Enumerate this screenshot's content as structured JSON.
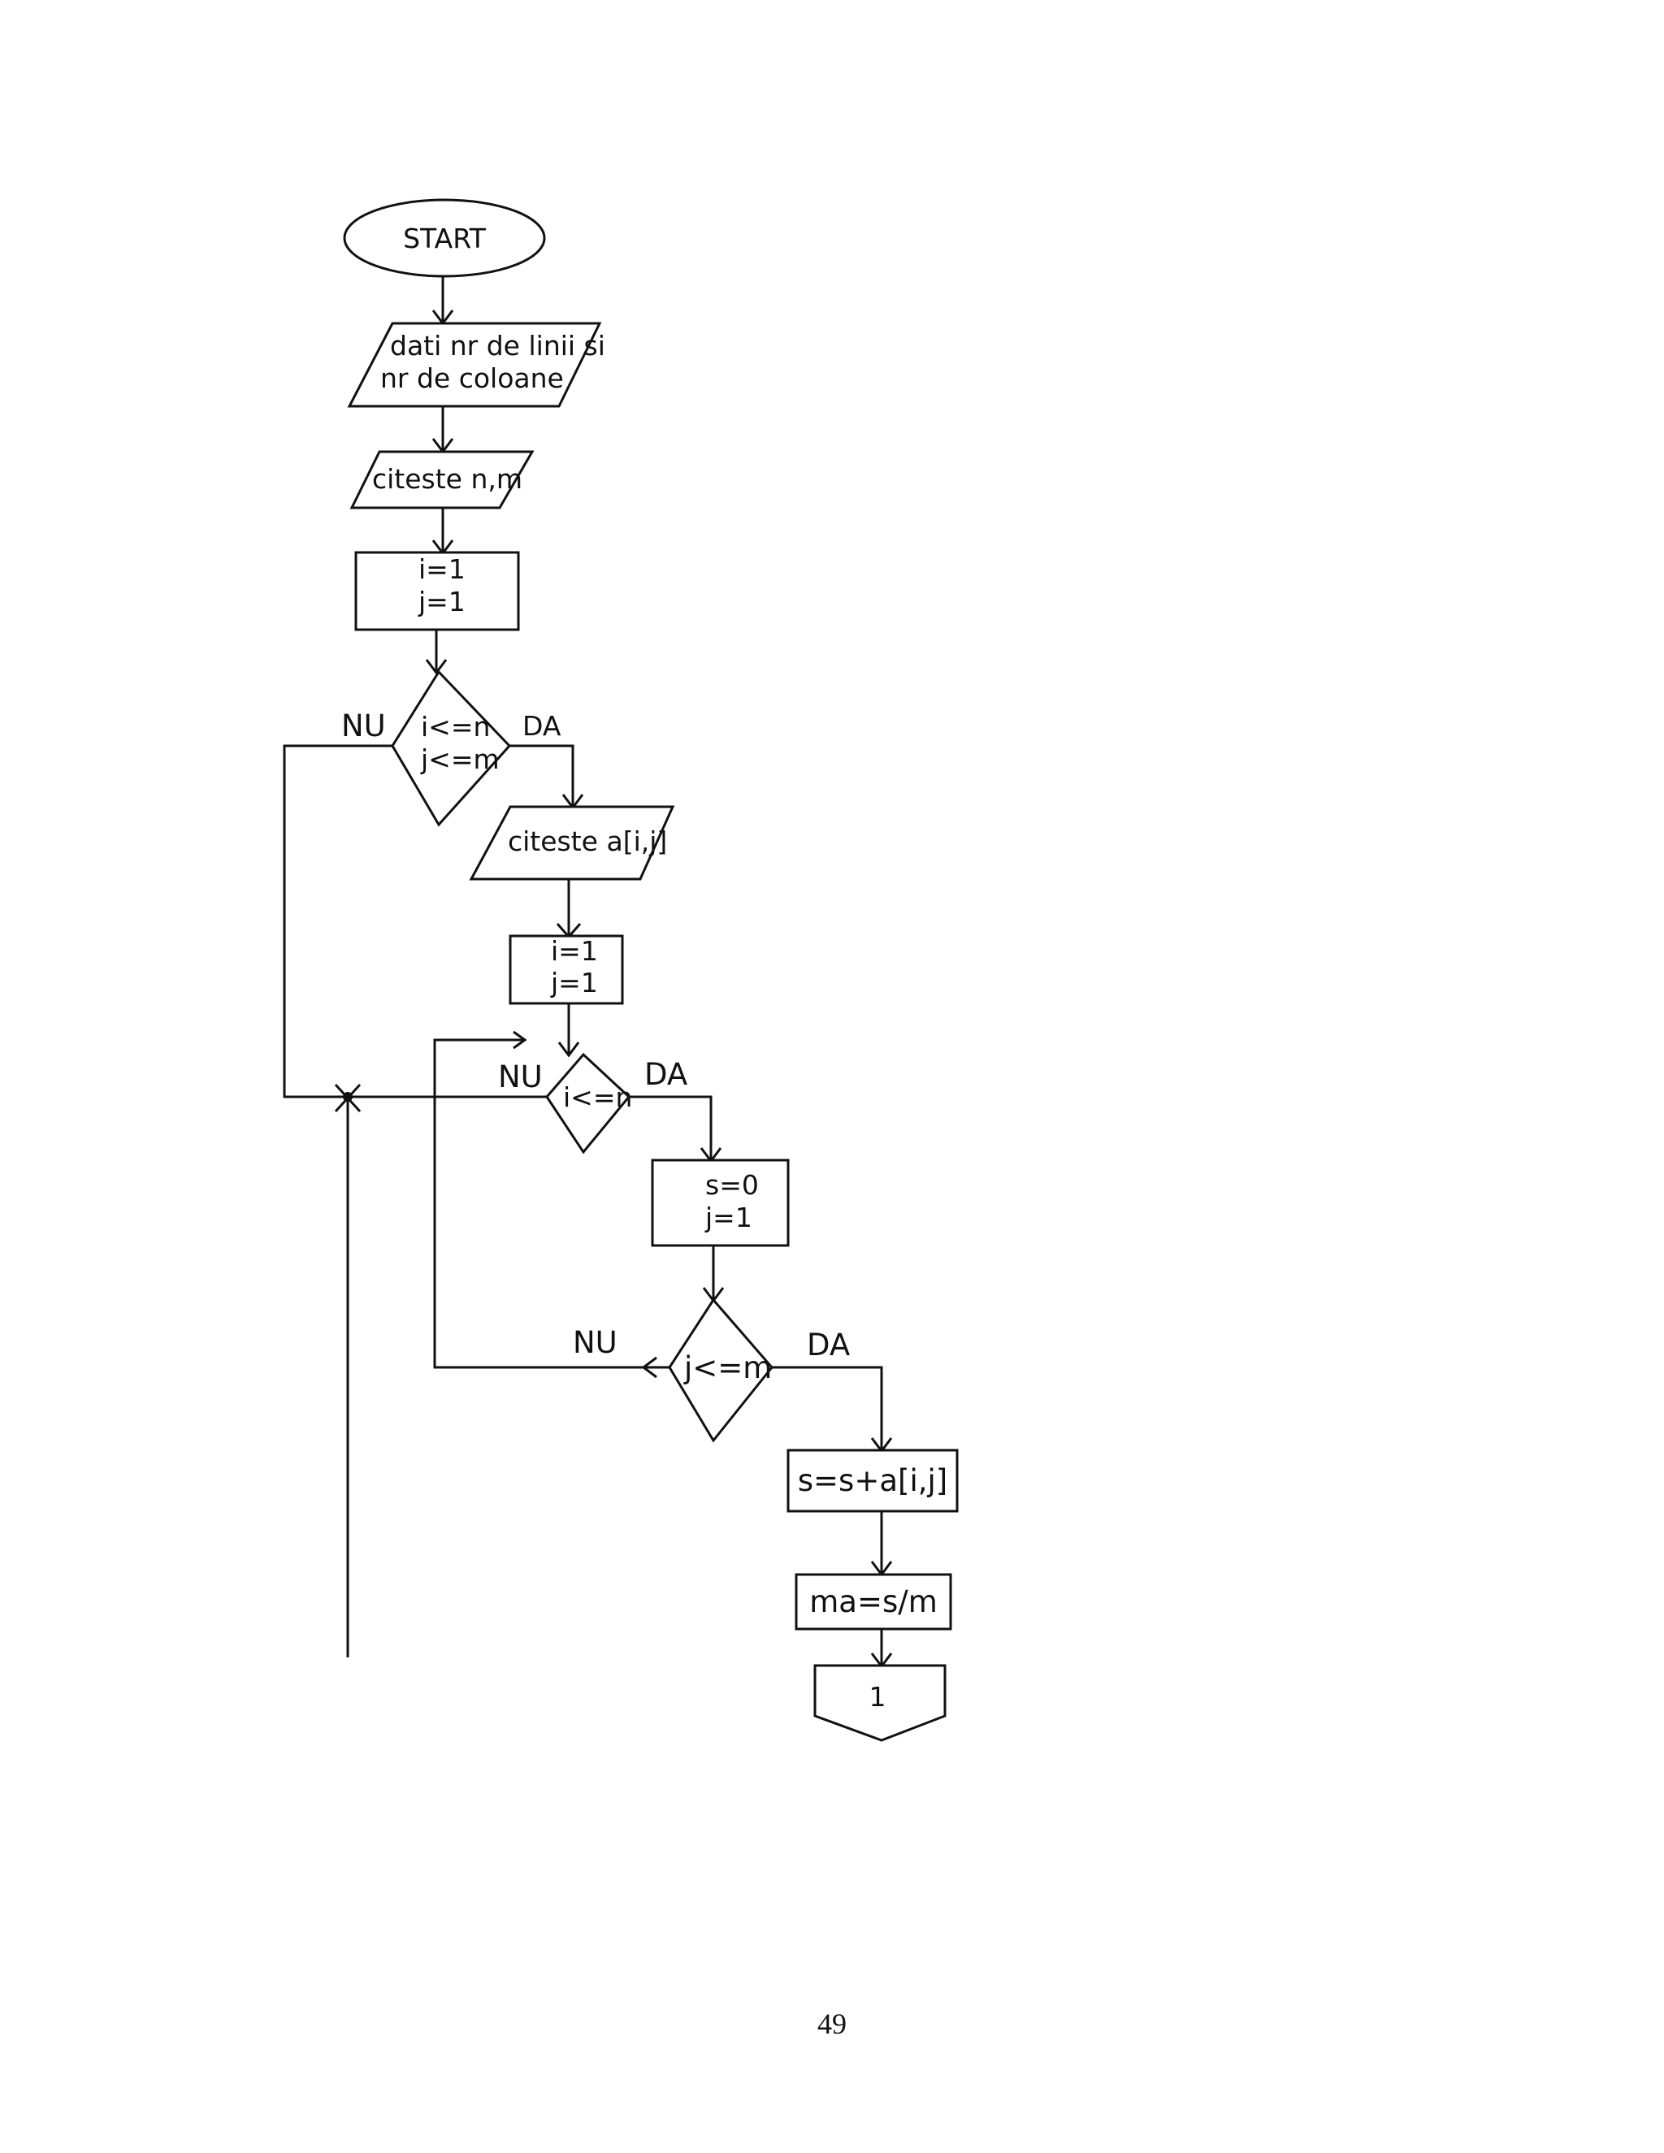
{
  "flowchart": {
    "start": "START",
    "prompt_line1": "dati nr de linii si",
    "prompt_line2": "nr de coloane",
    "read_nm": "citeste n,m",
    "init1_line1": "i=1",
    "init1_line2": "j=1",
    "decision1_line1": "i<=n",
    "decision1_line2": "j<=m",
    "decision1_no": "NU",
    "decision1_yes": "DA",
    "read_a": "citeste a[i,j]",
    "init2_line1": "i=1",
    "init2_line2": "j=1",
    "decision2": "i<=n",
    "decision2_no": "NU",
    "decision2_yes": "DA",
    "init3_line1": "s=0",
    "init3_line2": "j=1",
    "decision3": "j<=m",
    "decision3_no": "NU",
    "decision3_yes": "DA",
    "sum": "s=s+a[i,j]",
    "avg": "ma=s/m",
    "connector": "1"
  },
  "page_number": "49"
}
